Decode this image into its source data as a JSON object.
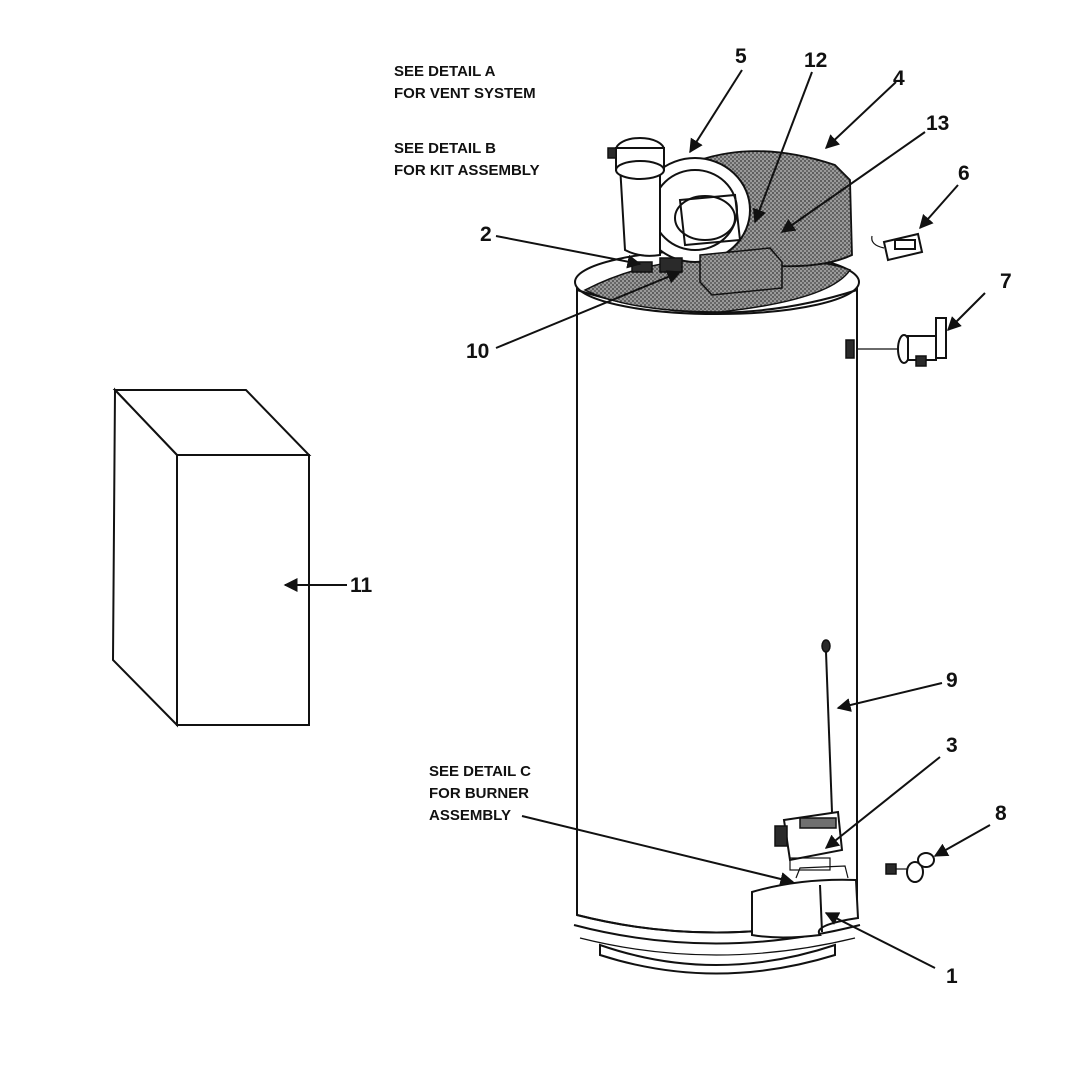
{
  "notes": {
    "detail_a_line1": "SEE DETAIL A",
    "detail_a_line2": "FOR VENT SYSTEM",
    "detail_b_line1": "SEE DETAIL B",
    "detail_b_line2": "FOR KIT ASSEMBLY",
    "detail_c_line1": "SEE DETAIL C",
    "detail_c_line2": "FOR BURNER",
    "detail_c_line3": "ASSEMBLY"
  },
  "callouts": {
    "c1": "1",
    "c2": "2",
    "c3": "3",
    "c4": "4",
    "c5": "5",
    "c6": "6",
    "c7": "7",
    "c8": "8",
    "c9": "9",
    "c10": "10",
    "c11": "11",
    "c12": "12",
    "c13": "13"
  }
}
